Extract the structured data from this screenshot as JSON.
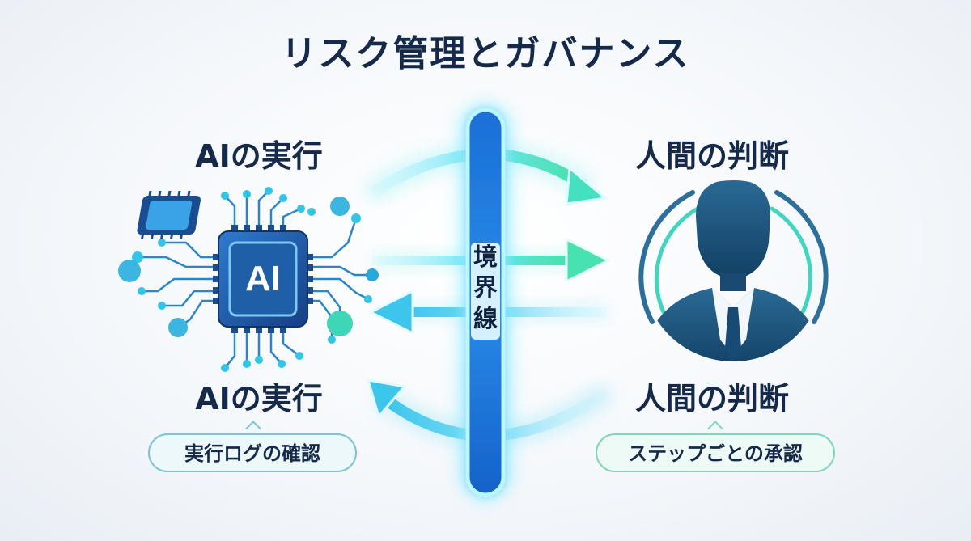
{
  "title": "リスク管理とガバナンス",
  "left": {
    "heading_top": "AIの実行",
    "heading_bottom": "AIの実行",
    "chip_label": "AI",
    "badge": "実行ログの確認"
  },
  "right": {
    "heading_top": "人間の判断",
    "heading_bottom": "人間の判断",
    "badge": "ステップごとの承認"
  },
  "boundary": {
    "label_chars": [
      "境",
      "界",
      "線"
    ]
  },
  "colors": {
    "navy": "#15294a",
    "chip_blue": "#1f5fa8",
    "cyan": "#2fc6e8",
    "green": "#3fe0a8",
    "person": "#1d5680"
  },
  "icons": {
    "ai": "ai-chip-icon",
    "human": "person-silhouette-icon"
  }
}
